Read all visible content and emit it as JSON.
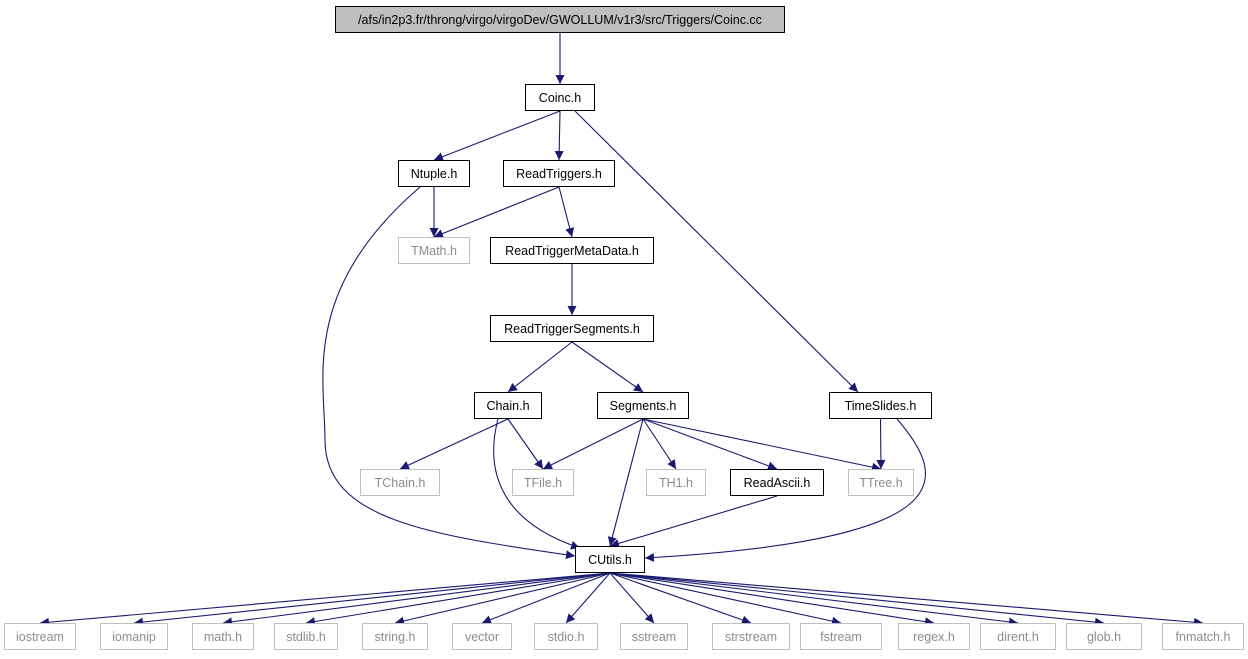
{
  "diagram": {
    "type": "include-dependency-graph",
    "colors": {
      "edge": "#191970",
      "root_fill": "#bfbfbf",
      "node_border": "#000000",
      "external_border": "#bfbfbf",
      "external_text": "#8c8c8c"
    },
    "nodes": {
      "root": "/afs/in2p3.fr/throng/virgo/virgoDev/GWOLLUM/v1r3/src/Triggers/Coinc.cc",
      "coinc_h": "Coinc.h",
      "ntuple_h": "Ntuple.h",
      "readtriggers_h": "ReadTriggers.h",
      "tmath_h": "TMath.h",
      "readtriggermetadata_h": "ReadTriggerMetaData.h",
      "readtriggersegments_h": "ReadTriggerSegments.h",
      "chain_h": "Chain.h",
      "segments_h": "Segments.h",
      "timeslides_h": "TimeSlides.h",
      "tchain_h": "TChain.h",
      "tfile_h": "TFile.h",
      "th1_h": "TH1.h",
      "readascii_h": "ReadAscii.h",
      "ttree_h": "TTree.h",
      "cutils_h": "CUtils.h",
      "iostream": "iostream",
      "iomanip": "iomanip",
      "math_h": "math.h",
      "stdlib_h": "stdlib.h",
      "string_h": "string.h",
      "vector": "vector",
      "stdio_h": "stdio.h",
      "sstream": "sstream",
      "strstream": "strstream",
      "fstream": "fstream",
      "regex_h": "regex.h",
      "dirent_h": "dirent.h",
      "glob_h": "glob.h",
      "fnmatch_h": "fnmatch.h"
    },
    "edges": [
      [
        "root",
        "coinc_h"
      ],
      [
        "coinc_h",
        "ntuple_h"
      ],
      [
        "coinc_h",
        "readtriggers_h"
      ],
      [
        "coinc_h",
        "timeslides_h"
      ],
      [
        "ntuple_h",
        "tmath_h"
      ],
      [
        "ntuple_h",
        "cutils_h"
      ],
      [
        "readtriggers_h",
        "tmath_h"
      ],
      [
        "readtriggers_h",
        "readtriggermetadata_h"
      ],
      [
        "readtriggermetadata_h",
        "readtriggersegments_h"
      ],
      [
        "readtriggersegments_h",
        "chain_h"
      ],
      [
        "readtriggersegments_h",
        "segments_h"
      ],
      [
        "chain_h",
        "tchain_h"
      ],
      [
        "chain_h",
        "tfile_h"
      ],
      [
        "chain_h",
        "cutils_h"
      ],
      [
        "segments_h",
        "tfile_h"
      ],
      [
        "segments_h",
        "th1_h"
      ],
      [
        "segments_h",
        "readascii_h"
      ],
      [
        "segments_h",
        "ttree_h"
      ],
      [
        "segments_h",
        "cutils_h"
      ],
      [
        "timeslides_h",
        "ttree_h"
      ],
      [
        "timeslides_h",
        "cutils_h"
      ],
      [
        "readascii_h",
        "cutils_h"
      ],
      [
        "cutils_h",
        "iostream"
      ],
      [
        "cutils_h",
        "iomanip"
      ],
      [
        "cutils_h",
        "math_h"
      ],
      [
        "cutils_h",
        "stdlib_h"
      ],
      [
        "cutils_h",
        "string_h"
      ],
      [
        "cutils_h",
        "vector"
      ],
      [
        "cutils_h",
        "stdio_h"
      ],
      [
        "cutils_h",
        "sstream"
      ],
      [
        "cutils_h",
        "strstream"
      ],
      [
        "cutils_h",
        "fstream"
      ],
      [
        "cutils_h",
        "regex_h"
      ],
      [
        "cutils_h",
        "dirent_h"
      ],
      [
        "cutils_h",
        "glob_h"
      ],
      [
        "cutils_h",
        "fnmatch_h"
      ]
    ]
  }
}
